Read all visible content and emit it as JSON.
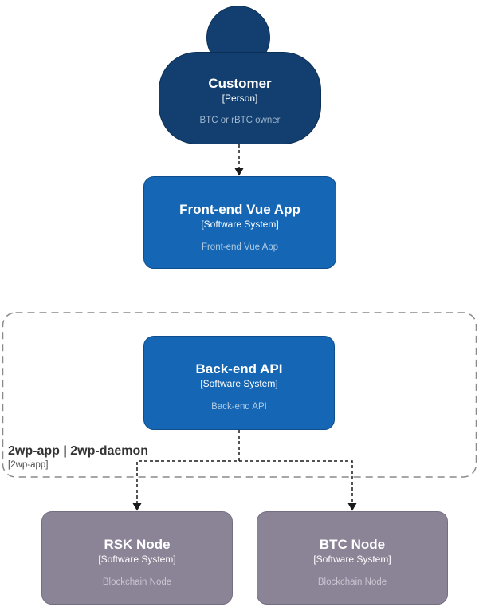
{
  "nodes": {
    "customer": {
      "title": "Customer",
      "meta": "[Person]",
      "desc": "BTC or rBTC owner"
    },
    "frontend": {
      "title": "Front-end Vue App",
      "meta": "[Software System]",
      "desc": "Front-end Vue App"
    },
    "backend": {
      "title": "Back-end API",
      "meta": "[Software System]",
      "desc": "Back-end API"
    },
    "rsk": {
      "title": "RSK Node",
      "meta": "[Software System]",
      "desc": "Blockchain Node"
    },
    "btc": {
      "title": "BTC Node",
      "meta": "[Software System]",
      "desc": "Blockchain Node"
    }
  },
  "boundary": {
    "title": "2wp-app | 2wp-daemon",
    "meta": "[2wp-app]"
  },
  "colors": {
    "person_fill": "#123F6F",
    "person_border": "#0B2F55",
    "system_fill": "#1567B5",
    "system_border": "#0E4E8C",
    "external_fill": "#8B8396",
    "external_border": "#756E80",
    "desc_on_blue": "#AFC9E2",
    "desc_on_gray": "#C9C5D1",
    "arrow": "#1A1A1A",
    "boundary_stroke": "#8A8A8A",
    "background": "#FFFFFF"
  }
}
